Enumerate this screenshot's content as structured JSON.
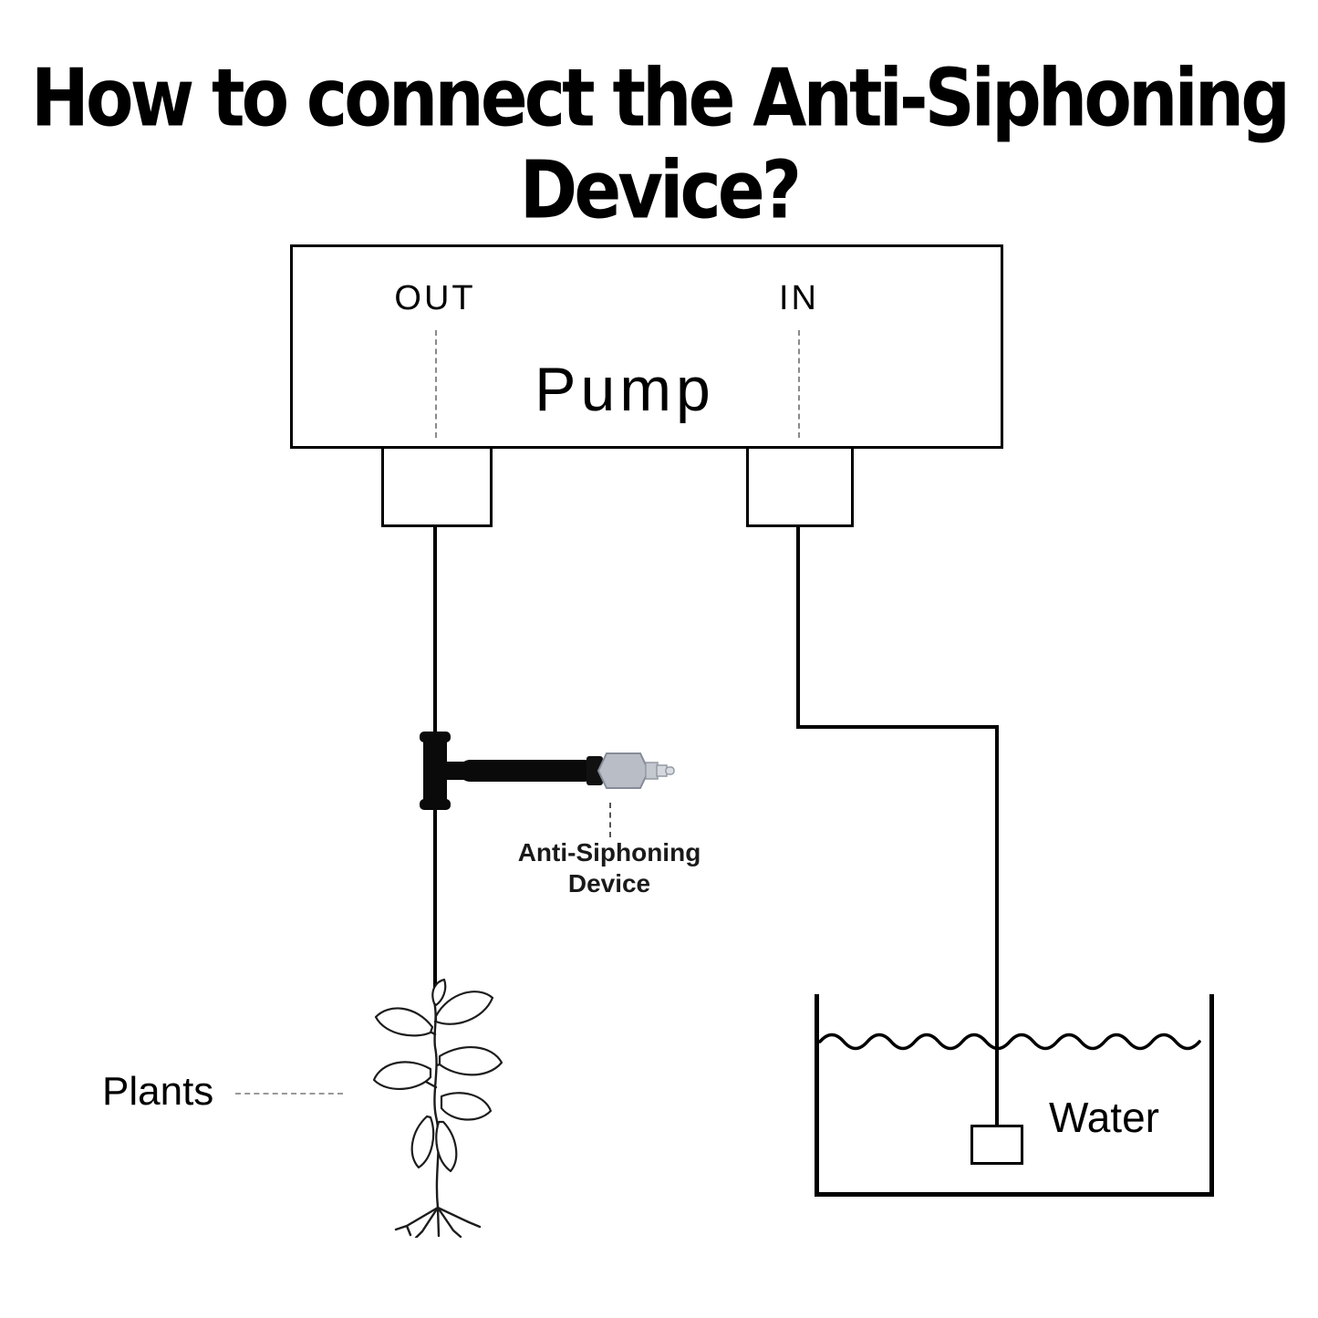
{
  "title": "How to connect the Anti-Siphoning Device?",
  "diagram": {
    "pump_label": "Pump",
    "out_label": "OUT",
    "in_label": "IN",
    "device_label_line1": "Anti-Siphoning",
    "device_label_line2": "Device",
    "plants_label": "Plants",
    "water_label": "Water"
  },
  "colors": {
    "line": "#000000",
    "device_tube": "#0a0a0a",
    "valve_nut_gray": "#b9bdc6",
    "barb_gray": "#cdd0d6",
    "background": "#ffffff"
  }
}
